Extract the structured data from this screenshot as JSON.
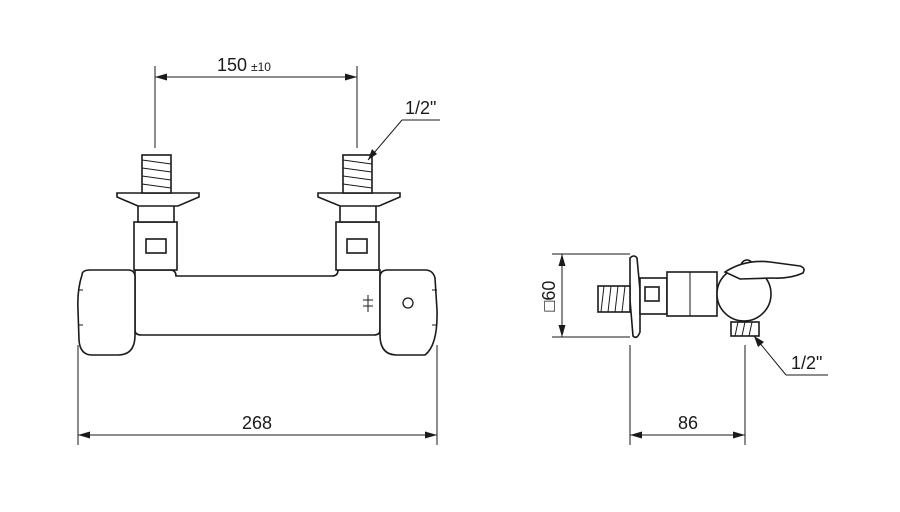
{
  "front_view": {
    "spacing_label": "150",
    "spacing_tolerance": "±10",
    "width_label": "268",
    "thread_label": "1/2\""
  },
  "side_view": {
    "square_label": "□60",
    "depth_label": "86",
    "thread_label": "1/2\""
  },
  "colors": {
    "line": "#1a1a1a",
    "background": "#ffffff"
  }
}
